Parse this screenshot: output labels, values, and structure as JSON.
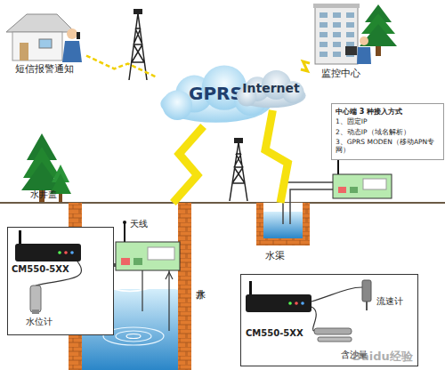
{
  "diagram": {
    "nodes": [
      {
        "text": [
          "短信报警通知"
        ]
      },
      {
        "text": [
          "GPRS"
        ]
      },
      {
        "text": [
          "Internet"
        ]
      },
      {
        "text": [
          "监控中心"
        ]
      },
      {
        "text": [
          "中心端 3 种接入方式",
          "1、固定IP",
          "2、动态IP（域名解析）",
          "3、GPRS MODEN（移动APN专网）"
        ]
      },
      {
        "text": [
          "水井"
        ]
      },
      {
        "text": [
          "CM550-5XX",
          "水位计"
        ]
      },
      {
        "text": [
          "水渠"
        ]
      },
      {
        "text": [
          "CM550-5XX",
          "流速计",
          "含沙量"
        ]
      }
    ],
    "edges": [
      {
        "from": 0,
        "to": 1,
        "arrow": "none"
      },
      {
        "from": 3,
        "to": 2,
        "arrow": "none"
      },
      {
        "from": 1,
        "to": 5,
        "arrow": "none"
      },
      {
        "from": 2,
        "to": 7,
        "arrow": "none"
      }
    ],
    "labels": [
      "水井盖",
      "天线",
      "Baidu经验"
    ]
  }
}
